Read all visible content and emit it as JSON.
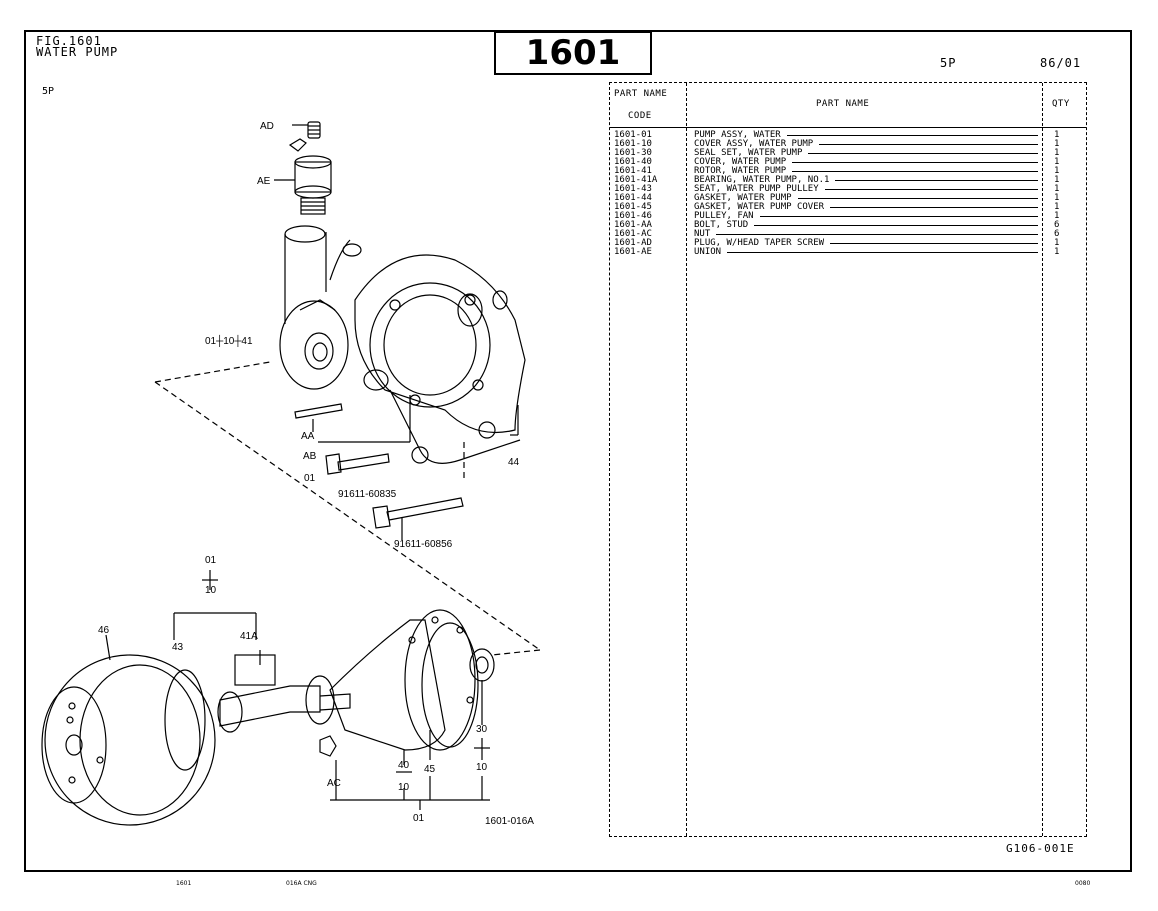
{
  "header": {
    "fig_label": "FIG.1601",
    "fig_title": "WATER PUMP",
    "fig_number": "1601",
    "model_code": "5P",
    "date": "86/01",
    "left_code": "5P"
  },
  "callouts": {
    "ad": "AD",
    "ae": "AE",
    "group_top": "01┼10┼41",
    "aa": "AA",
    "ab": "AB",
    "ab01": "01",
    "c44": "44",
    "pn1": "91611-60835",
    "pn2": "91611-60856",
    "g01": "01",
    "g10": "10",
    "c46": "46",
    "c43": "43",
    "c41a": "41A",
    "c30": "30",
    "c10b": "10",
    "c40": "40",
    "c10c": "10",
    "c45": "45",
    "ac": "AC",
    "b01": "01",
    "img_code": "1601-016A"
  },
  "table": {
    "col_code_line1": "PART NAME",
    "col_code_line2": "CODE",
    "col_name": "PART  NAME",
    "col_qty": "QTY",
    "rows": [
      {
        "code": "1601-01",
        "name": "PUMP ASSY, WATER",
        "qty": "1"
      },
      {
        "code": "1601-10",
        "name": "COVER ASSY, WATER PUMP",
        "qty": "1"
      },
      {
        "code": "1601-30",
        "name": "SEAL SET, WATER PUMP",
        "qty": "1"
      },
      {
        "code": "1601-40",
        "name": "COVER, WATER PUMP",
        "qty": "1"
      },
      {
        "code": "1601-41",
        "name": "ROTOR, WATER PUMP",
        "qty": "1"
      },
      {
        "code": "1601-41A",
        "name": "BEARING, WATER PUMP, NO.1",
        "qty": "1"
      },
      {
        "code": "1601-43",
        "name": "SEAT, WATER PUMP PULLEY",
        "qty": "1"
      },
      {
        "code": "1601-44",
        "name": "GASKET, WATER PUMP",
        "qty": "1"
      },
      {
        "code": "1601-45",
        "name": "GASKET, WATER PUMP COVER",
        "qty": "1"
      },
      {
        "code": "1601-46",
        "name": "PULLEY, FAN",
        "qty": "1"
      },
      {
        "code": "1601-AA",
        "name": "BOLT, STUD",
        "qty": "6"
      },
      {
        "code": "1601-AC",
        "name": "NUT",
        "qty": "6"
      },
      {
        "code": "1601-AD",
        "name": "PLUG, W/HEAD TAPER SCREW",
        "qty": "1"
      },
      {
        "code": "1601-AE",
        "name": "UNION",
        "qty": "1"
      }
    ]
  },
  "footer": {
    "doc_code": "G106-001E",
    "tiny_left": "1601",
    "tiny_mid": "016A  CNG",
    "tiny_right": "0080"
  }
}
